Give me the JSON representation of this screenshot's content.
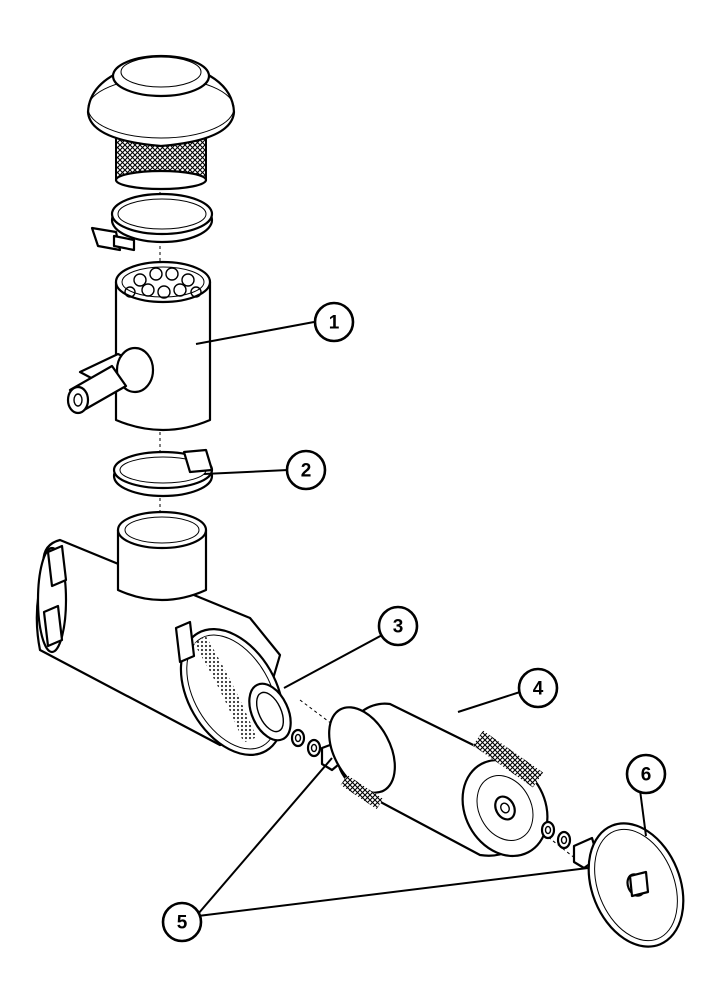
{
  "callouts": [
    {
      "id": "1",
      "label": "1"
    },
    {
      "id": "2",
      "label": "2"
    },
    {
      "id": "3",
      "label": "3"
    },
    {
      "id": "4",
      "label": "4"
    },
    {
      "id": "5",
      "label": "5"
    },
    {
      "id": "6",
      "label": "6"
    }
  ],
  "colors": {
    "ink": "#000000",
    "paper": "#ffffff"
  }
}
